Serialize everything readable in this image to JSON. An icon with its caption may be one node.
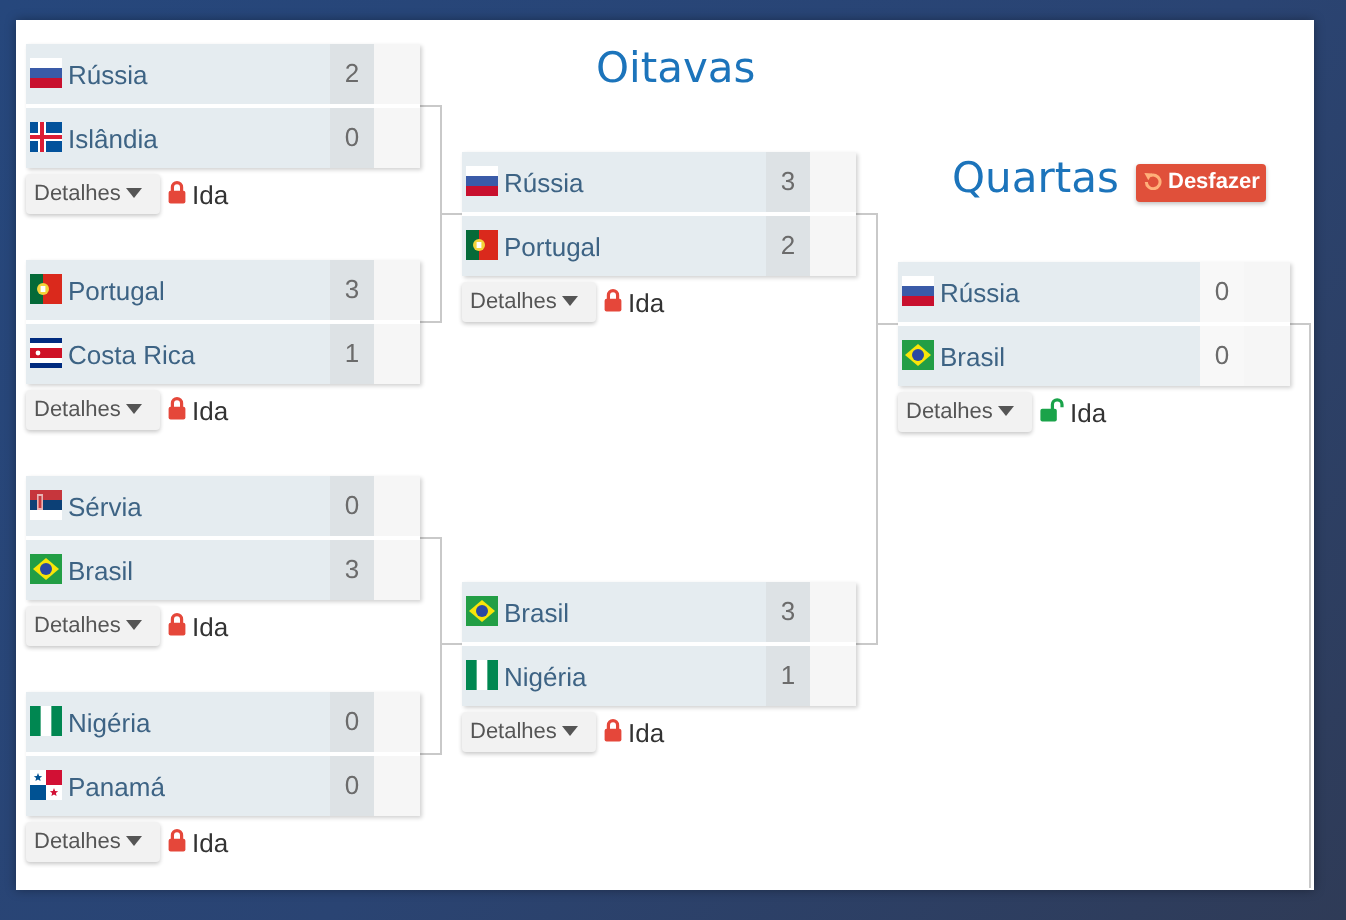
{
  "diagram": {
    "nodes": [
      {
        "text": [
          "Rússia",
          "2",
          "Islândia",
          "0"
        ],
        "beside": [
          "Detalhes",
          "Ida"
        ]
      },
      {
        "text": [
          "Portugal",
          "3",
          "Costa Rica",
          "1"
        ],
        "beside": [
          "Detalhes",
          "Ida"
        ]
      },
      {
        "text": [
          "Sérvia",
          "0",
          "Brasil",
          "3"
        ],
        "beside": [
          "Detalhes",
          "Ida"
        ]
      },
      {
        "text": [
          "Nigéria",
          "0",
          "Panamá",
          "0"
        ],
        "beside": [
          "Detalhes",
          "Ida"
        ]
      },
      {
        "text": [
          "Rússia",
          "3",
          "Portugal",
          "2"
        ],
        "beside": [
          "Detalhes",
          "Ida"
        ]
      },
      {
        "text": [
          "Brasil",
          "3",
          "Nigéria",
          "1"
        ],
        "beside": [
          "Detalhes",
          "Ida"
        ]
      },
      {
        "text": [
          "Rússia",
          "0",
          "Brasil",
          "0"
        ],
        "beside": [
          "Detalhes",
          "Ida"
        ]
      }
    ],
    "edges": [
      {
        "from": 0,
        "to": 4,
        "arrow": "none"
      },
      {
        "from": 1,
        "to": 4,
        "arrow": "none"
      },
      {
        "from": 2,
        "to": 5,
        "arrow": "none"
      },
      {
        "from": 3,
        "to": 5,
        "arrow": "none"
      },
      {
        "from": 4,
        "to": 6,
        "arrow": "none"
      },
      {
        "from": 5,
        "to": 6,
        "arrow": "none"
      },
      {
        "from": 6,
        "to": null,
        "arrow": "none"
      }
    ],
    "labels": [
      "Oitavas",
      "Quartas",
      "Desfazer"
    ]
  }
}
